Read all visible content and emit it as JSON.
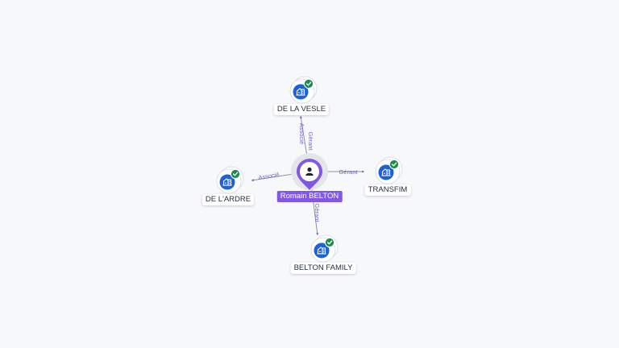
{
  "person": {
    "name": "Romain BELTON",
    "icon": "person-icon",
    "color": "#8257e6"
  },
  "companies": [
    {
      "id": "de-la-vesle",
      "name": "DE LA VESLE",
      "icon": "building-icon",
      "verified": true
    },
    {
      "id": "transfim",
      "name": "TRANSFIM",
      "icon": "building-icon",
      "verified": true
    },
    {
      "id": "de-lardre",
      "name": "DE L'ARDRE",
      "icon": "building-icon",
      "verified": true
    },
    {
      "id": "belton-family",
      "name": "BELTON FAMILY",
      "icon": "building-icon",
      "verified": true
    }
  ],
  "edges": [
    {
      "to": "de-la-vesle",
      "labels": [
        "Gérant",
        "Associé"
      ]
    },
    {
      "to": "transfim",
      "labels": [
        "Gérant"
      ]
    },
    {
      "to": "de-lardre",
      "labels": [
        "Associé"
      ]
    },
    {
      "to": "belton-family",
      "labels": [
        "Gérant"
      ]
    }
  ],
  "colors": {
    "company": "#1f62d6",
    "verified": "#1e8a4c",
    "edge": "#8a94a6",
    "edge_label": "#7a5fd0"
  }
}
